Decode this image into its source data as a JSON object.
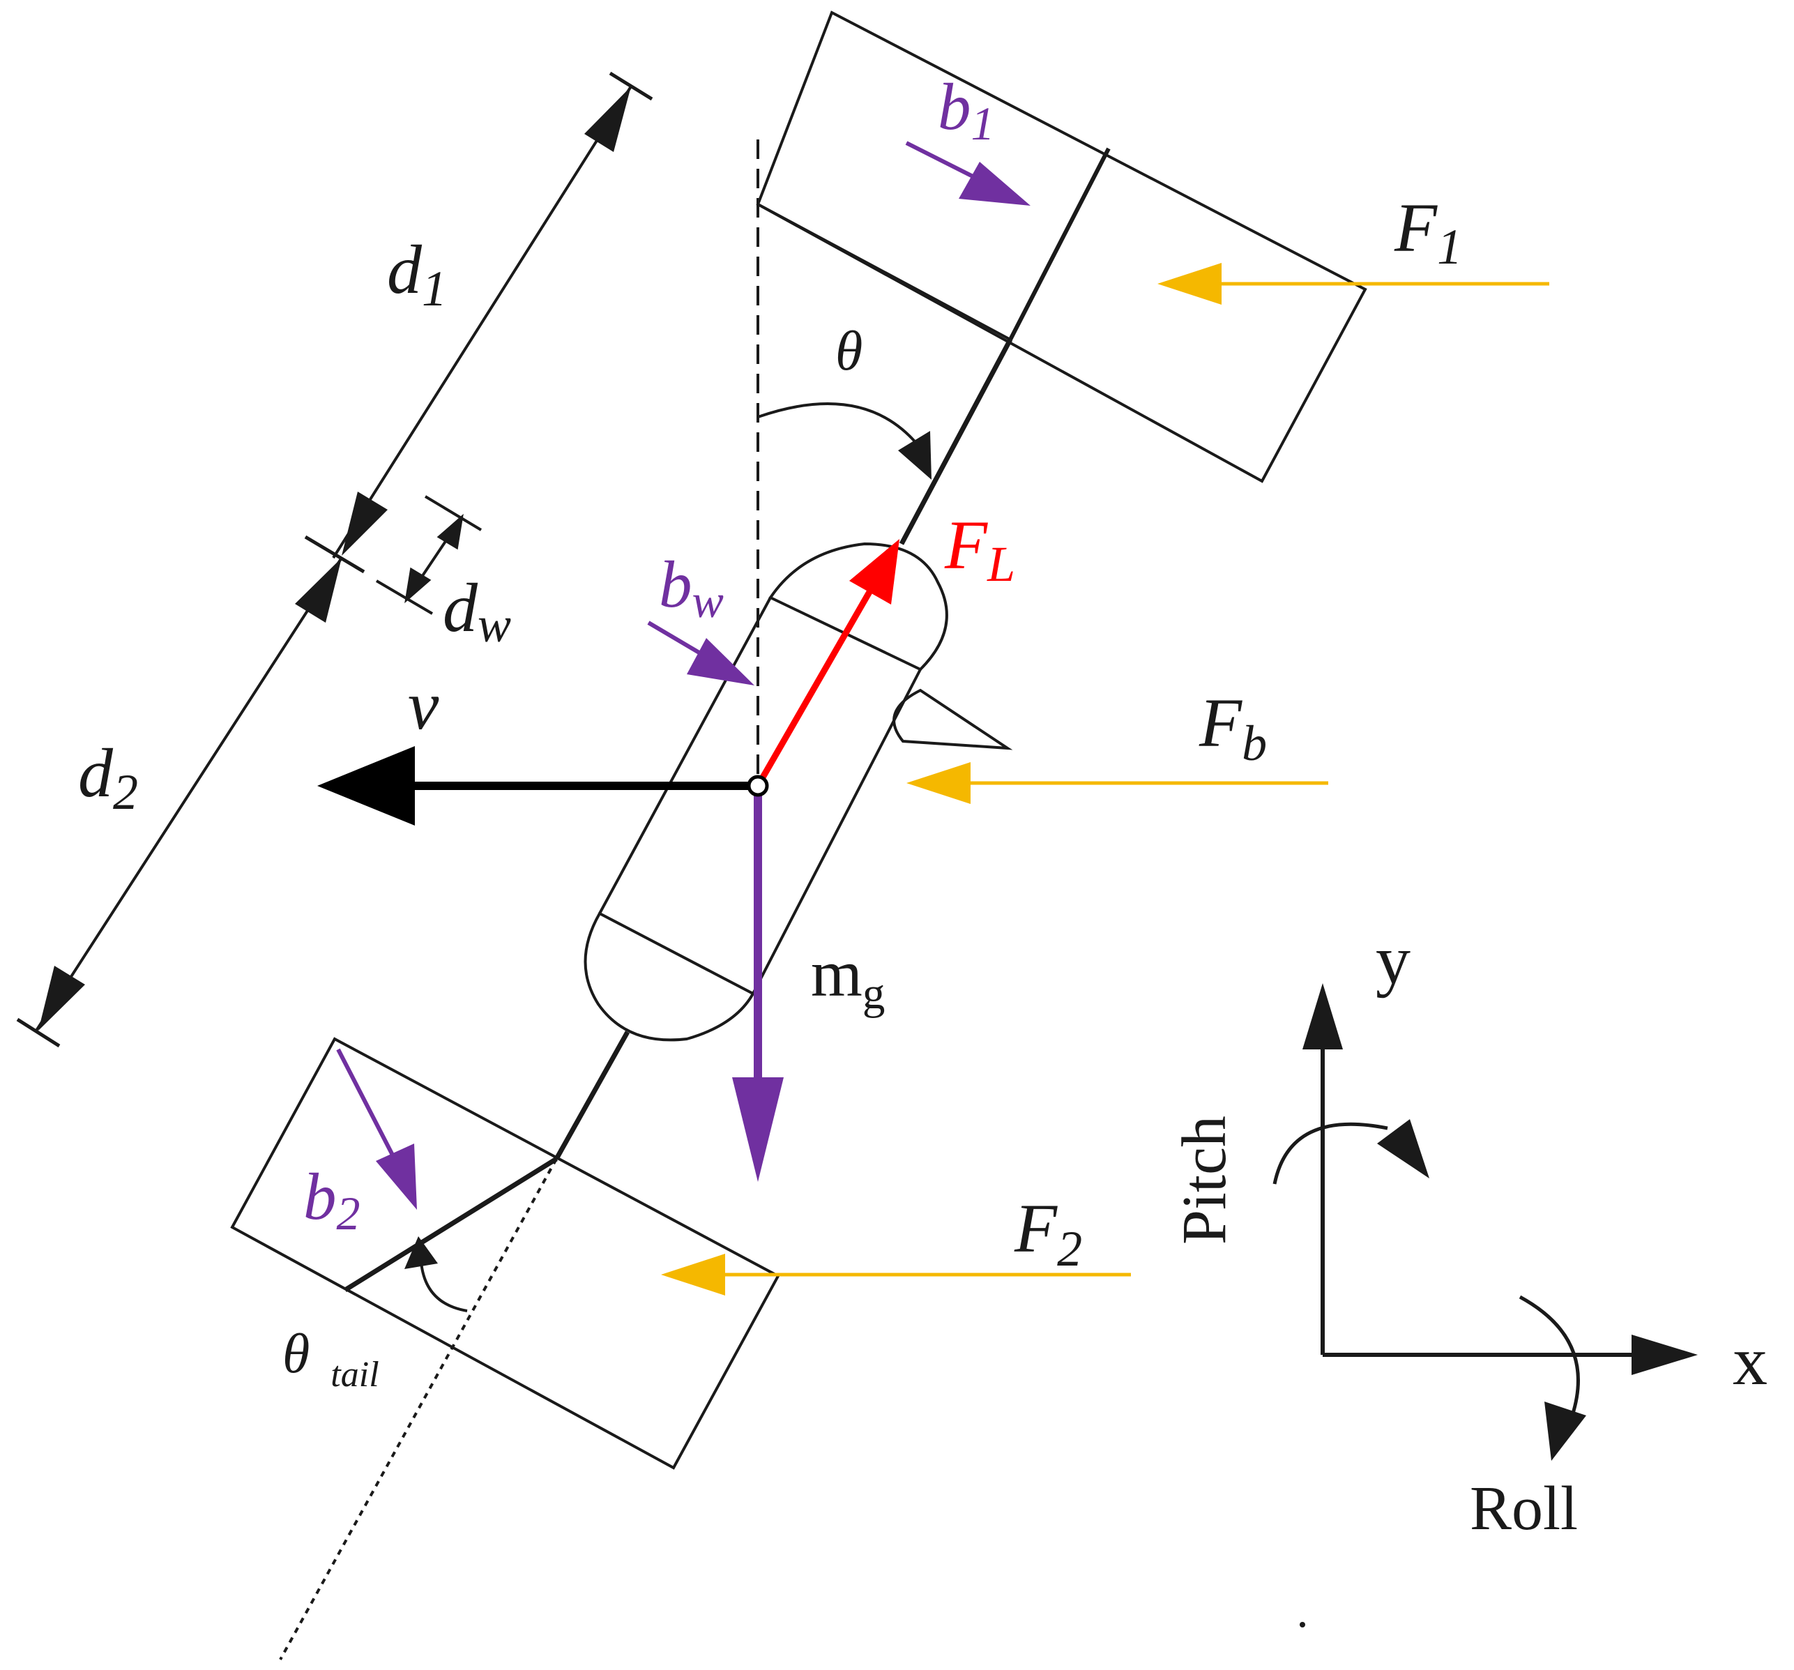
{
  "labels": {
    "d1": {
      "base": "d",
      "sub": "1"
    },
    "d2": {
      "base": "d",
      "sub": "2"
    },
    "dw": {
      "base": "d",
      "sub": "w"
    },
    "theta": "θ",
    "theta_tail": {
      "base": "θ",
      "sub": "tail"
    },
    "b1": {
      "base": "b",
      "sub": "1"
    },
    "b2": {
      "base": "b",
      "sub": "2"
    },
    "bw": {
      "base": "b",
      "sub": "w"
    },
    "F1": {
      "base": "F",
      "sub": "1"
    },
    "F2": {
      "base": "F",
      "sub": "2"
    },
    "Fb": {
      "base": "F",
      "sub": "b"
    },
    "FL": {
      "base": "F",
      "sub": "L"
    },
    "v": "v",
    "mg": {
      "base": "m",
      "sub": "g"
    },
    "x": "x",
    "y": "y",
    "pitch": "Pitch",
    "roll": "Roll"
  },
  "colors": {
    "line": "#1a1a1a",
    "lift": "#ff0000",
    "drag": "#f5b800",
    "bias": "#7030a0",
    "weight": "#7030a0",
    "velocity": "#000000"
  }
}
